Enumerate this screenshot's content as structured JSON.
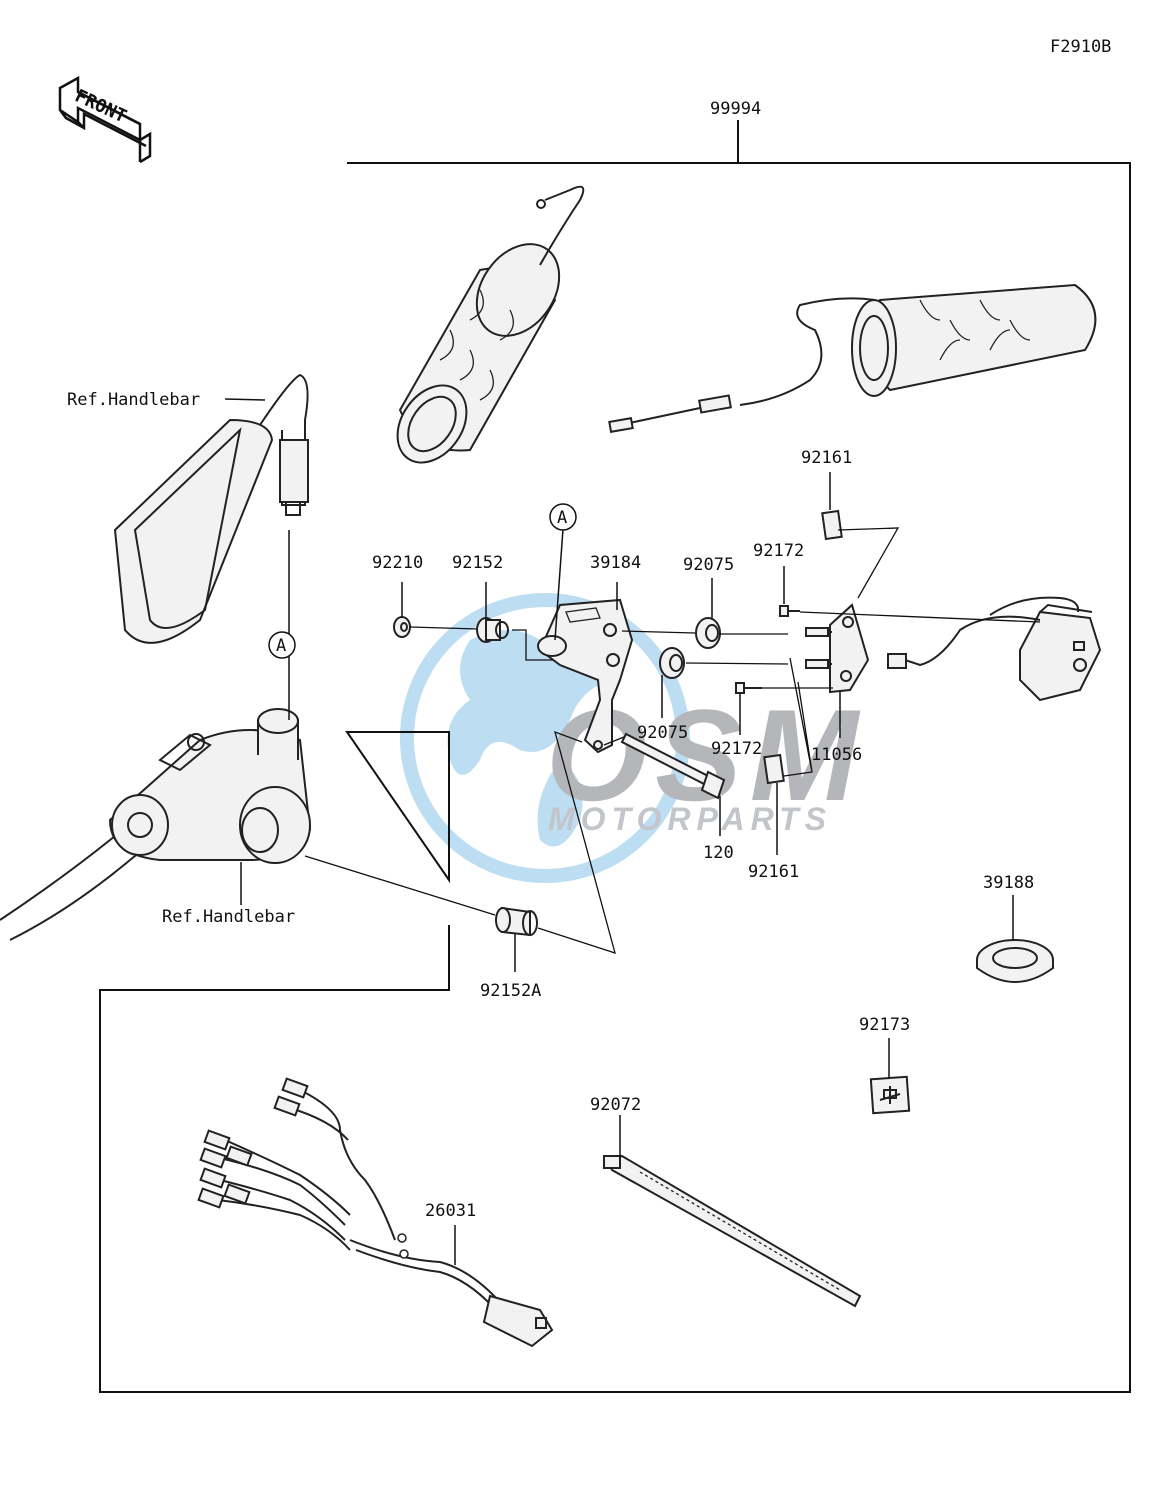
{
  "diagram_code": "F2910B",
  "front_arrow_label": "FRONT",
  "ref_labels": [
    "Ref.Handlebar",
    "Ref.Handlebar"
  ],
  "callout_marker": "A",
  "part_numbers": {
    "kit": "99994",
    "p92161_top": "92161",
    "p92210": "92210",
    "p92152": "92152",
    "p39184": "39184",
    "p92075_top": "92075",
    "p92172_top": "92172",
    "p92075_bottom": "92075",
    "p92172_bottom": "92172",
    "p11056": "11056",
    "p120": "120",
    "p92161_bottom": "92161",
    "p39188": "39188",
    "p92152A": "92152A",
    "p92173": "92173",
    "p92072": "92072",
    "p26031": "26031"
  },
  "watermark": {
    "brand": "OSM",
    "tagline": "MOTORPARTS",
    "color": "#6fb6e3"
  }
}
